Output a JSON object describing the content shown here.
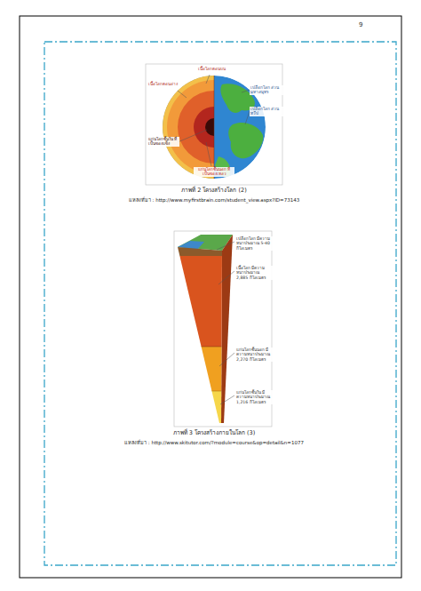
{
  "diagram": {
    "labels": [
      "9",
      "เนื้อโลกตอนบน",
      "เนื้อโลกตอนล่าง",
      "แก่นโลกชั้นใน ที่เป็นของแข็ง",
      "แก่นโลกชั้นนอก ที่เป็นของเหลว",
      "เปลือกโลก ส่วนมหาสมุทร",
      "เปลือกโลก ส่วนทวีป",
      "ภาพที่ 2 โครงสร้างโลก (2)",
      "แหล่งที่มา : http://www.myfirstbrain.com/student_view.aspx?ID=73143",
      "เปลือกโลก มีความหนาประมาณ 5-40 กิโลเมตร",
      "เนื้อโลก มีความหนาประมาณ 2,885 กิโลเมตร",
      "แก่นโลกชั้นนอก มีความหนาประมาณ 2,270 กิโลเมตร",
      "แก่นโลกชั้นใน มีความหนาประมาณ 1,216 กิโลเมตร",
      "ภาพที่ 3 โครงสร้างภายในโลก (3)",
      "แหล่งที่มา : http://www.skitutor.com/?module=course&op=detail&n=1077"
    ]
  }
}
